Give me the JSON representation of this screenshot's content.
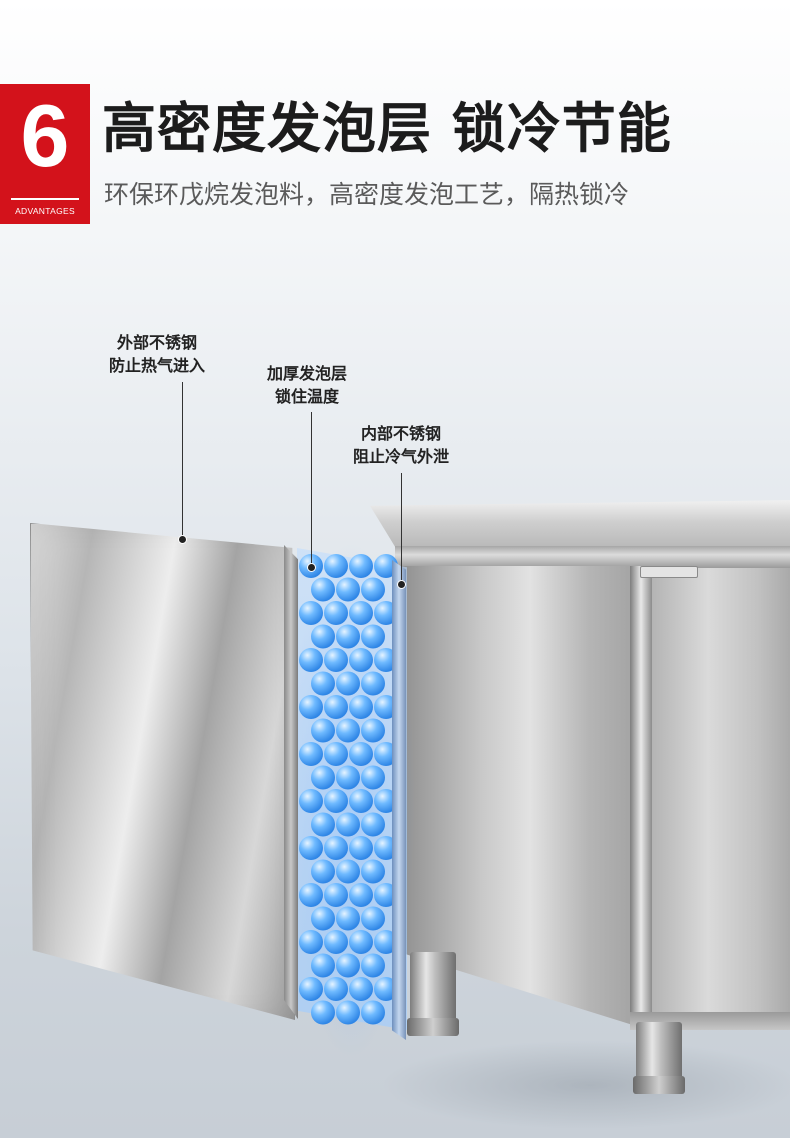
{
  "badge": {
    "number": "6",
    "label": "ADVANTAGES",
    "color": "#d3121b"
  },
  "header": {
    "title": "高密度发泡层 锁冷节能",
    "subtitle": "环保环戊烷发泡料，高密度发泡工艺，隔热锁冷"
  },
  "callouts": [
    {
      "line1": "外部不锈钢",
      "line2": "防止热气进入"
    },
    {
      "line1": "加厚发泡层",
      "line2": "锁住温度"
    },
    {
      "line1": "内部不锈钢",
      "line2": "阻止冷气外泄"
    }
  ],
  "illustration": {
    "subject": "stainless steel refrigerated cabinet wall cross-section",
    "layers": [
      "outer-stainless-panel",
      "foam-insulation-layer",
      "inner-stainless-panel"
    ],
    "foam_color": "#4fa8ff"
  }
}
